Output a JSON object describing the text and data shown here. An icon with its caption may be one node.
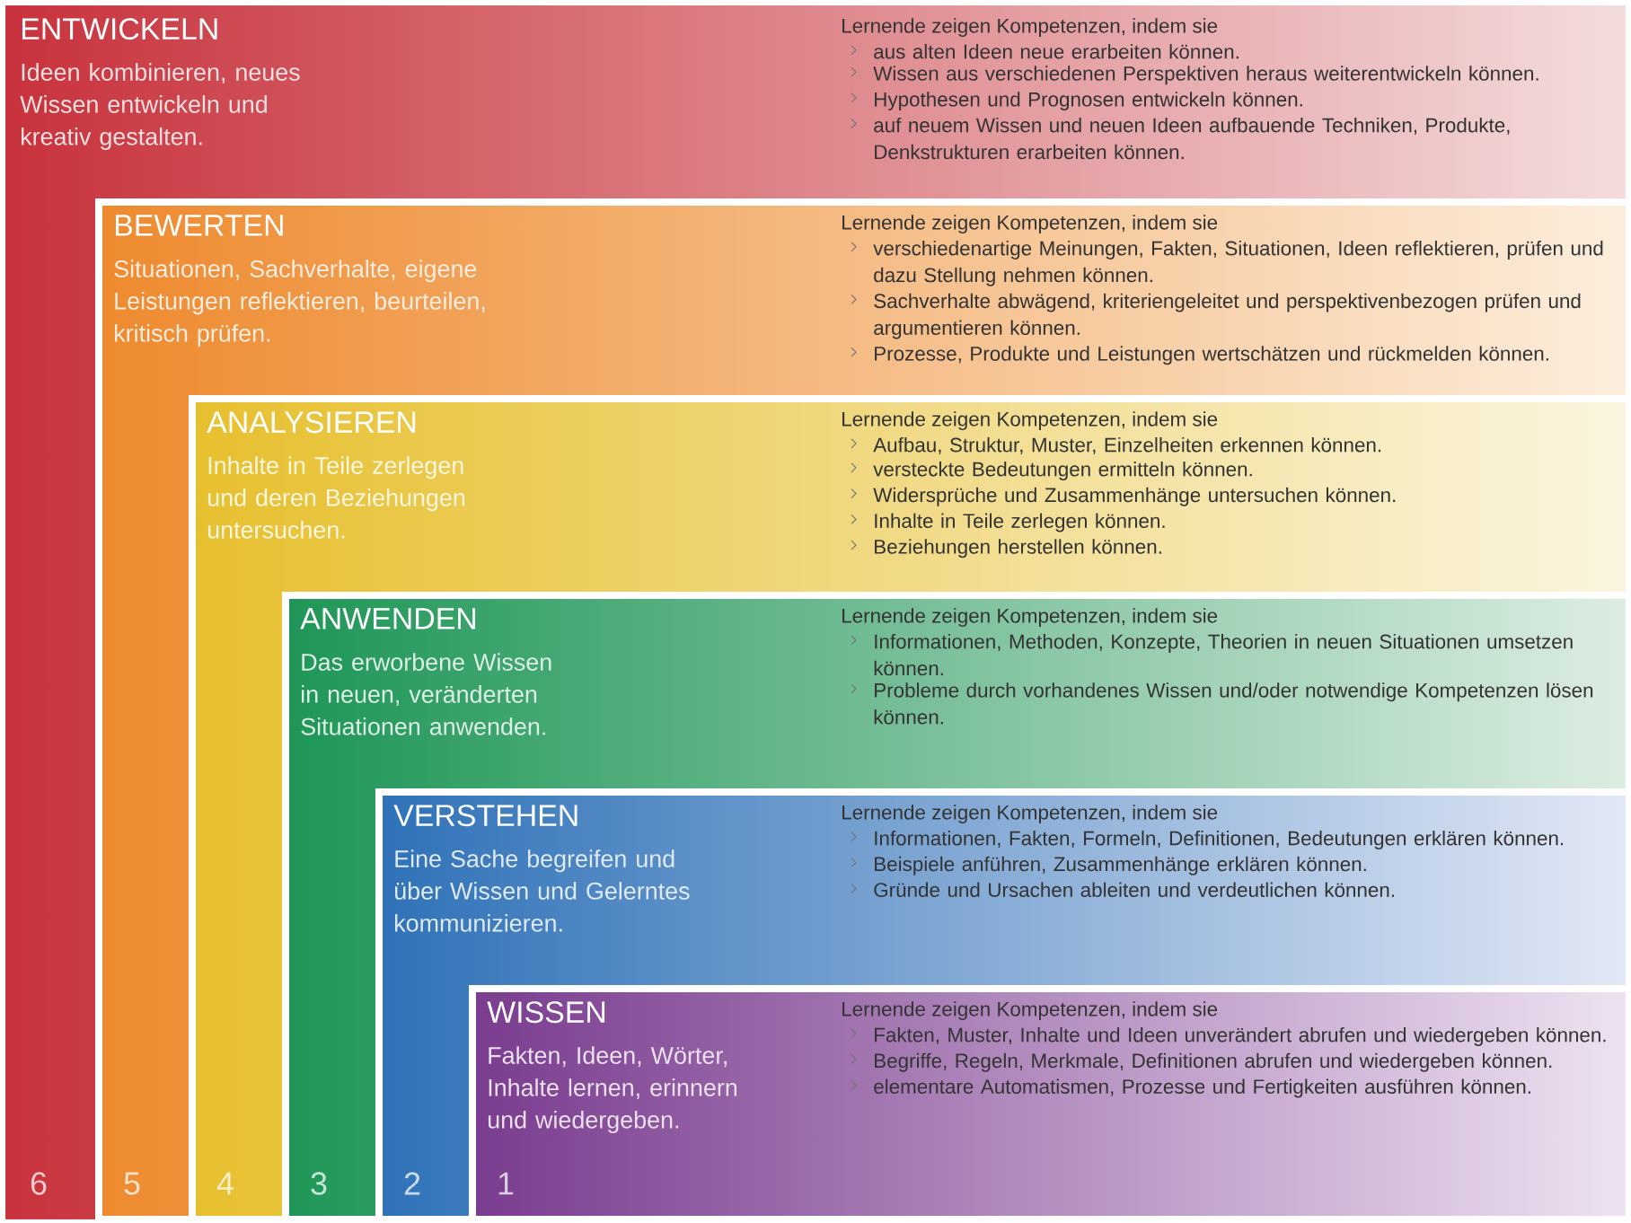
{
  "diagram": {
    "nodes": [
      {
        "text": [
          "ENTWICKELN",
          "Ideen kombinieren, neues Wissen entwickeln und kreativ gestalten.",
          "Lernende zeigen Kompetenzen, indem sie",
          "aus alten Ideen neue erarbeiten können.",
          "Wissen aus verschiedenen Perspektiven heraus weiterentwickeln können.",
          "Hypothesen und Prognosen entwickeln können.",
          "auf neuem Wissen und neuen Ideen aufbauende Techniken, Produkte, Denkstrukturen erarbeiten können.",
          "6"
        ]
      },
      {
        "text": [
          "BEWERTEN",
          "Situationen, Sachverhalte, eigene Leistungen reflektieren, beurteilen, kritisch prüfen.",
          "Lernende zeigen Kompetenzen, indem sie",
          "verschiedenartige Meinungen, Fakten, Situationen, Ideen reflektieren, prüfen und dazu Stellung nehmen können.",
          "Sachverhalte abwägend, kriteriengeleitet und perspektivenbezogen prüfen und argumentieren können.",
          "Prozesse, Produkte und Leistungen wertschätzen und rückmelden können.",
          "5"
        ],
        "in": 0
      },
      {
        "text": [
          "ANALYSIEREN",
          "Inhalte in Teile zerlegen und deren Beziehungen untersuchen.",
          "Lernende zeigen Kompetenzen, indem sie",
          "Aufbau, Struktur, Muster, Einzelheiten erkennen können.",
          "versteckte Bedeutungen ermitteln können.",
          "Widersprüche und Zusammenhänge untersuchen können.",
          "Inhalte in Teile zerlegen können.",
          "Beziehungen herstellen können.",
          "4"
        ],
        "in": 1
      },
      {
        "text": [
          "ANWENDEN",
          "Das erworbene Wissen in neuen, veränderten Situationen anwenden.",
          "Lernende zeigen Kompetenzen, indem sie",
          "Informationen, Methoden, Konzepte, Theorien in neuen Situationen umsetzen können.",
          "Probleme durch vorhandenes Wissen und/oder notwendige Kompetenzen lösen können.",
          "3"
        ],
        "in": 2
      },
      {
        "text": [
          "VERSTEHEN",
          "Eine Sache begreifen und über Wissen und Gelerntes kommunizieren.",
          "Lernende zeigen Kompetenzen, indem sie",
          "Informationen, Fakten, Formeln, Definitionen, Bedeutungen erklären können.",
          "Beispiele anführen, Zusammenhänge erklären können.",
          "Gründe und Ursachen ableiten und verdeutlichen können.",
          "2"
        ],
        "in": 3
      },
      {
        "text": [
          "WISSEN",
          "Fakten, Ideen, Wörter, Inhalte lernen, erinnern und wiedergeben.",
          "Lernende zeigen Kompetenzen, indem sie",
          "Fakten, Muster, Inhalte und Ideen unverändert abrufen und wiedergeben können.",
          "Begriffe, Regeln, Merkmale, Definitionen abrufen und wiedergeben können.",
          "elementare Automatismen, Prozesse und Fertigkeiten ausführen können.",
          "1"
        ],
        "in": 4
      }
    ]
  }
}
